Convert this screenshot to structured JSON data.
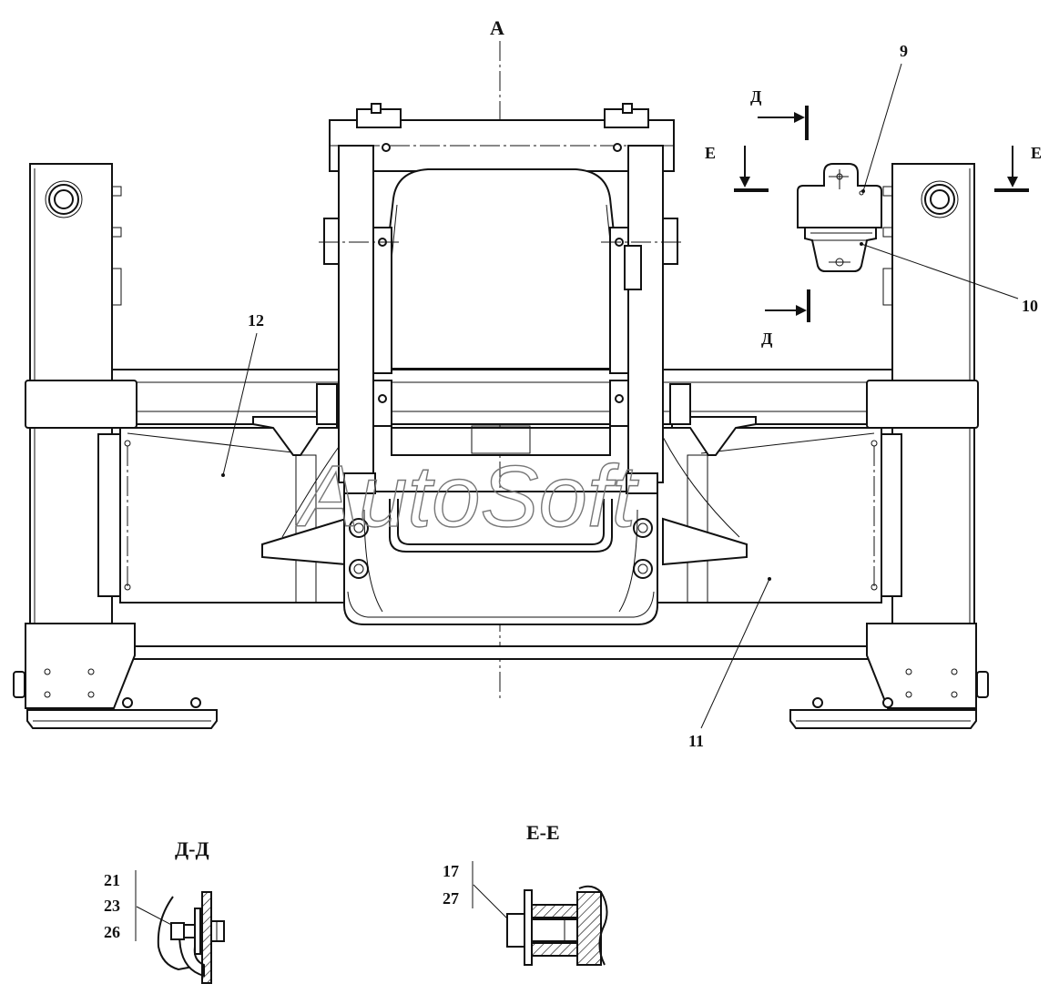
{
  "view": {
    "title": "А"
  },
  "section_marks": {
    "d_top": "Д",
    "d_bottom": "Д",
    "e_left": "Е",
    "e_right": "Е"
  },
  "callouts": {
    "p9": "9",
    "p10": "10",
    "p11": "11",
    "p12": "12"
  },
  "section_dd": {
    "title": "Д-Д",
    "labels": [
      "21",
      "23",
      "26"
    ]
  },
  "section_ee": {
    "title": "Е-Е",
    "labels": [
      "17",
      "27"
    ]
  },
  "watermark": {
    "text": "AutoSoft"
  }
}
